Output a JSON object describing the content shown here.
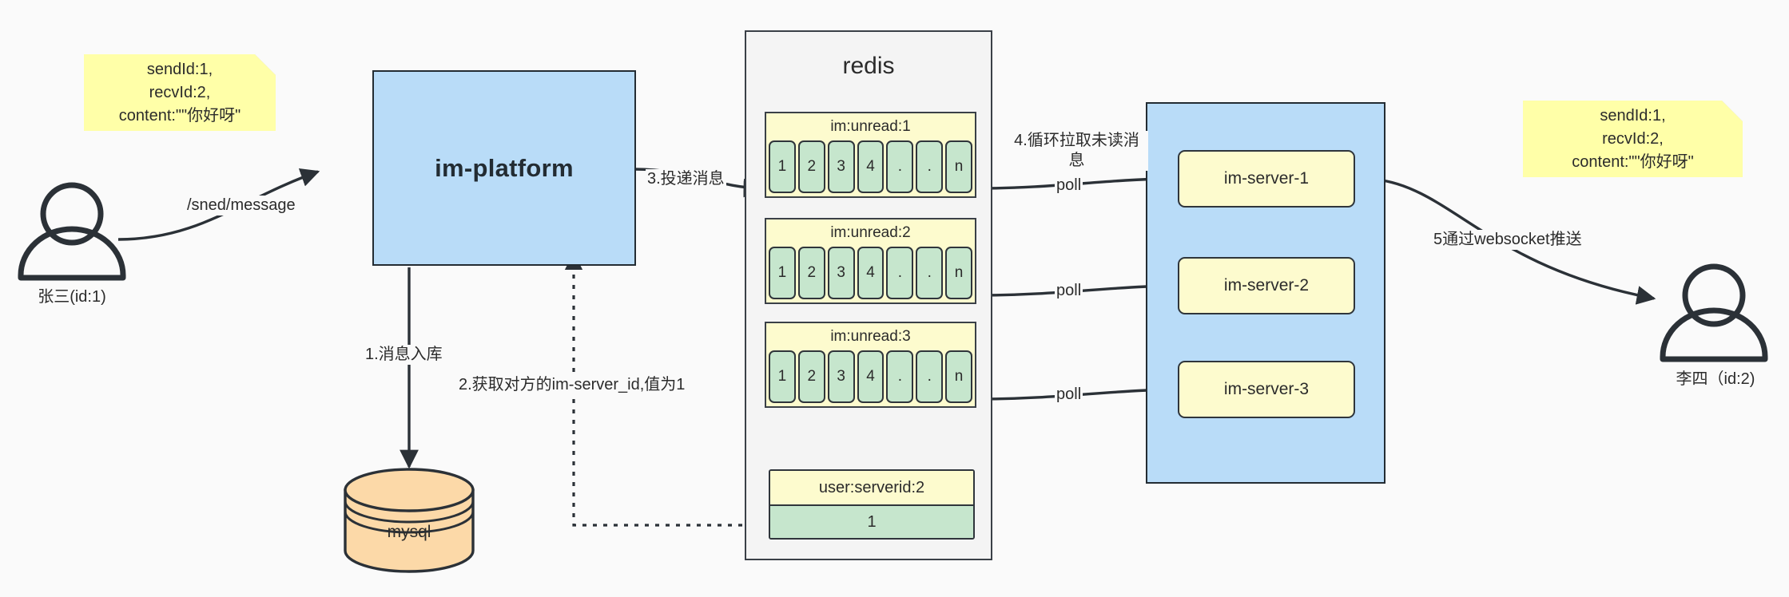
{
  "diagram": {
    "title": "IM message delivery architecture",
    "background": "#fafafa"
  },
  "colors": {
    "sticky": "#ffffa8",
    "blue_container": "#b9dcf8",
    "redis_container": "#f4f4f4",
    "list_header": "#fdfbce",
    "list_cell": "#c6e6cd",
    "db_cylinder": "#fcd9a8",
    "stroke": "#232c33"
  },
  "notes": {
    "left": "sendId:1,\nrecvId:2,\ncontent:\"\"你好呀\"",
    "right": "sendId:1,\nrecvId:2,\ncontent:\"\"你好呀\""
  },
  "actors": {
    "sender": {
      "label": "张三(id:1)",
      "icon": "user-icon"
    },
    "receiver": {
      "label": "李四（id:2)",
      "icon": "user-icon"
    }
  },
  "platform": {
    "label": "im-platform"
  },
  "database": {
    "label": "mysql",
    "icon": "database-cylinder-icon"
  },
  "redis": {
    "title": "redis",
    "lists": [
      {
        "key": "im:unread:1",
        "cells": [
          "1",
          "2",
          "3",
          "4",
          ".",
          ".",
          "n"
        ]
      },
      {
        "key": "im:unread:2",
        "cells": [
          "1",
          "2",
          "3",
          "4",
          ".",
          ".",
          "n"
        ]
      },
      {
        "key": "im:unread:3",
        "cells": [
          "1",
          "2",
          "3",
          "4",
          ".",
          ".",
          "n"
        ]
      }
    ],
    "kv": {
      "key": "user:serverid:2",
      "value": "1"
    }
  },
  "servers": {
    "items": [
      {
        "label": "im-server-1"
      },
      {
        "label": "im-server-2"
      },
      {
        "label": "im-server-3"
      }
    ]
  },
  "edges": {
    "send_message": "/sned/message",
    "step1": "1.消息入库",
    "step2": "2.获取对方的im-server_id,值为1",
    "step3": "3.投递消息",
    "step4": "4.循环拉取未读消\n息",
    "poll1": "poll",
    "poll2": "poll",
    "poll3": "poll",
    "step5": "5通过websocket推送"
  }
}
